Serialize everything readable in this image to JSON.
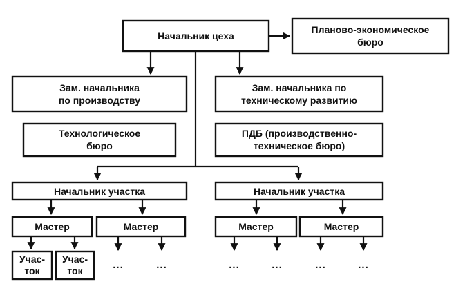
{
  "diagram": {
    "nodes": [
      {
        "id": "head",
        "lines": [
          "Начальник цеха"
        ]
      },
      {
        "id": "peb",
        "lines": [
          "Планово-экономическое",
          "бюро"
        ]
      },
      {
        "id": "dep_prod",
        "lines": [
          "Зам. начальника",
          "по производству"
        ]
      },
      {
        "id": "dep_tech",
        "lines": [
          "Зам. начальника по",
          "техническому развитию"
        ]
      },
      {
        "id": "tech_bureau",
        "lines": [
          "Технологическое",
          "бюро"
        ]
      },
      {
        "id": "pdb",
        "lines": [
          "ПДБ (производственно-",
          "техническое бюро)"
        ]
      },
      {
        "id": "sect_left",
        "lines": [
          "Начальник участка"
        ]
      },
      {
        "id": "sect_right",
        "lines": [
          "Начальник участка"
        ]
      },
      {
        "id": "m1",
        "lines": [
          "Мастер"
        ]
      },
      {
        "id": "m2",
        "lines": [
          "Мастер"
        ]
      },
      {
        "id": "m3",
        "lines": [
          "Мастер"
        ]
      },
      {
        "id": "m4",
        "lines": [
          "Мастер"
        ]
      },
      {
        "id": "u1",
        "lines": [
          "Учас-",
          "ток"
        ]
      },
      {
        "id": "u2",
        "lines": [
          "Учас-",
          "ток"
        ]
      }
    ],
    "ellipsis": "..."
  }
}
